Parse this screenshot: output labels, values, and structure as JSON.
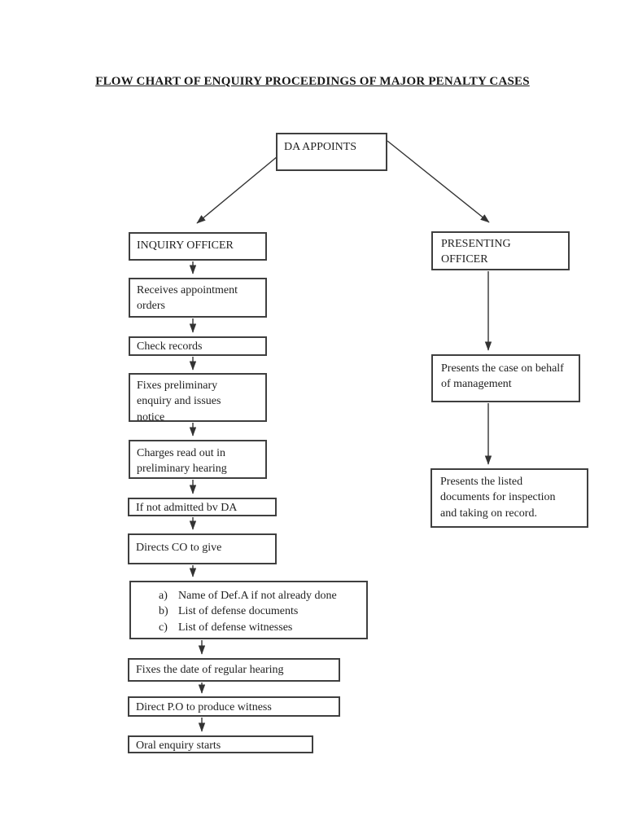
{
  "page": {
    "title": "FLOW CHART OF ENQUIRY PROCEEDINGS OF MAJOR PENALTY CASES"
  },
  "colors": {
    "background": "#ffffff",
    "line": "#333333",
    "border": "#3f3f3f",
    "text": "#1f1f1f"
  },
  "flowchart": {
    "nodes": {
      "da_appoints": {
        "label": "DA APPOINTS"
      },
      "inquiry_officer": {
        "label": "INQUIRY OFFICER"
      },
      "receives_orders": {
        "label": "Receives appointment\norders"
      },
      "check_records": {
        "label": "Check records"
      },
      "fixes_preliminary": {
        "label": "Fixes preliminary\nenquiry and issues\nnotice"
      },
      "charges_read": {
        "label": "Charges read out in\npreliminary hearing"
      },
      "if_not_admitted": {
        "label": "If not admitted bv DA"
      },
      "directs_co": {
        "label": "Directs CO to give"
      },
      "defense_list": {
        "items": [
          {
            "marker": "a)",
            "text": "Name of Def.A if not already done"
          },
          {
            "marker": "b)",
            "text": "List of defense documents"
          },
          {
            "marker": "c)",
            "text": "List of defense witnesses"
          }
        ]
      },
      "fixes_date": {
        "label": "Fixes the date of regular hearing"
      },
      "direct_po": {
        "label": "Direct P.O to produce witness"
      },
      "oral_enquiry": {
        "label": "Oral enquiry starts"
      },
      "presenting_officer": {
        "label": "PRESENTING\nOFFICER"
      },
      "presents_case": {
        "label": "Presents the case on behalf\nof management"
      },
      "presents_documents": {
        "label": "Presents the listed\ndocuments for inspection\nand taking on record."
      }
    },
    "edges": [
      {
        "from": "da_appoints",
        "to": "inquiry_officer"
      },
      {
        "from": "da_appoints",
        "to": "presenting_officer"
      },
      {
        "from": "inquiry_officer",
        "to": "receives_orders"
      },
      {
        "from": "receives_orders",
        "to": "check_records"
      },
      {
        "from": "check_records",
        "to": "fixes_preliminary"
      },
      {
        "from": "fixes_preliminary",
        "to": "charges_read"
      },
      {
        "from": "charges_read",
        "to": "if_not_admitted"
      },
      {
        "from": "if_not_admitted",
        "to": "directs_co"
      },
      {
        "from": "directs_co",
        "to": "defense_list"
      },
      {
        "from": "defense_list",
        "to": "fixes_date"
      },
      {
        "from": "fixes_date",
        "to": "direct_po"
      },
      {
        "from": "direct_po",
        "to": "oral_enquiry"
      },
      {
        "from": "presenting_officer",
        "to": "presents_case"
      },
      {
        "from": "presents_case",
        "to": "presents_documents"
      }
    ]
  }
}
